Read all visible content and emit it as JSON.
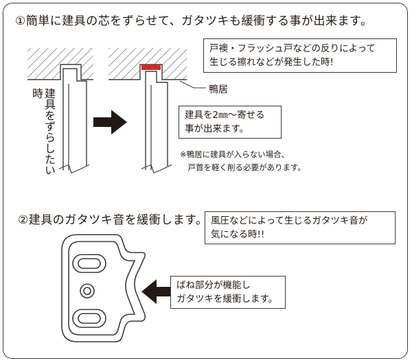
{
  "section1": {
    "heading": "①簡単に建具の芯をずらせて、ガタツキも緩衝する事が出来ます。",
    "vertical_label": "建具をずらしたい時",
    "callout_top": [
      "戸襖・フラッシュ戸などの反りによって",
      "生じる擦れなどが発生した時!"
    ],
    "kamoi_label": "鴨居",
    "callout_mid": [
      "建具を2㎜〜寄せる",
      "事が出来ます。"
    ],
    "note": [
      "※鴨居に建具が入らない場合、",
      "　戸首を軽く削る必要があります。"
    ]
  },
  "section2": {
    "heading": "②建具のガタツキ音を緩衝します。",
    "callout_top": [
      "風圧などによって生じるガタツキ音が",
      "気になる時!!"
    ],
    "callout_spring": [
      "ばね部分が機能し",
      "ガタツキを緩衝します。"
    ]
  },
  "colors": {
    "line": "#3a3a3a",
    "highlight": "#d7282f",
    "text": "#231815"
  }
}
